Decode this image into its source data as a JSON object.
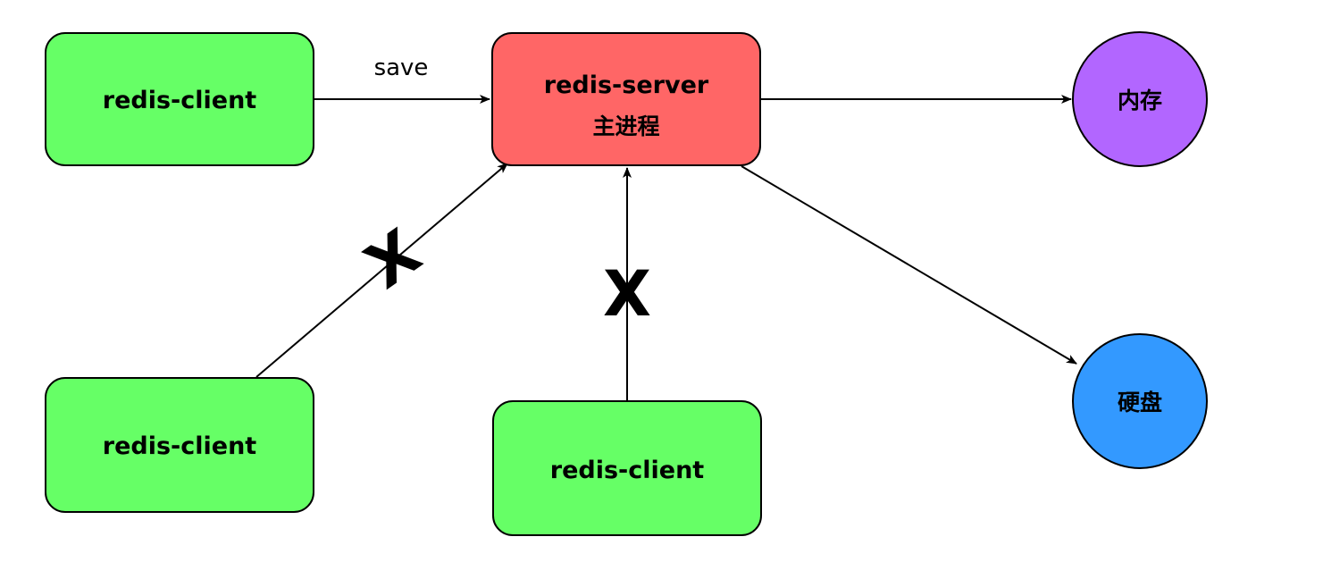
{
  "nodes": {
    "client_top": {
      "label": "redis-client",
      "color": "#66ff66"
    },
    "server": {
      "label": "redis-server",
      "sublabel": "主进程",
      "color": "#ff6666"
    },
    "memory": {
      "label": "内存",
      "color": "#b266ff"
    },
    "disk": {
      "label": "硬盘",
      "color": "#3399ff"
    },
    "client_bottom_left": {
      "label": "redis-client",
      "color": "#66ff66"
    },
    "client_bottom_mid": {
      "label": "redis-client",
      "color": "#66ff66"
    }
  },
  "edges": {
    "save_label": "save",
    "blocked_left_mark": "X",
    "blocked_mid_mark": "X"
  }
}
